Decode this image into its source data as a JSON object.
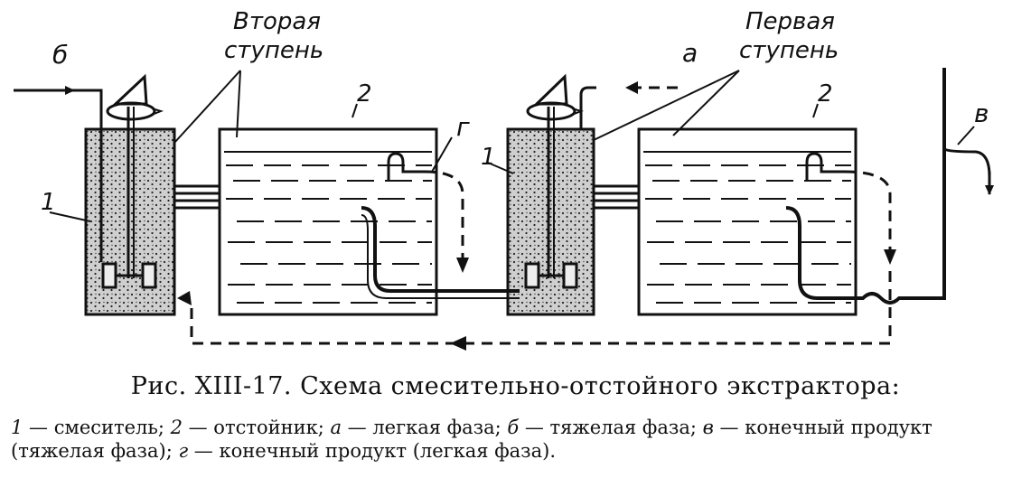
{
  "diagram": {
    "labels": {
      "second_stage": [
        "Вторая",
        "ступень"
      ],
      "first_stage": [
        "Первая",
        "ступень"
      ],
      "heavy_phase": "б",
      "light_phase": "а",
      "final_heavy": "в",
      "final_light": "г",
      "mixer_left": "1",
      "mixer_right": "1",
      "settler_left": "2",
      "settler_right": "2"
    }
  },
  "caption": {
    "title": "Рис. XIII-17. Схема смесительно-отстойного экстрактора:",
    "legend": [
      {
        "key": "1",
        "text": " — смеситель; "
      },
      {
        "key": "2",
        "text": " — отстойник; "
      },
      {
        "key": "а",
        "text": " — легкая фаза; "
      },
      {
        "key": "б",
        "text": " — тяжелая фаза; "
      },
      {
        "key": "в",
        "text": " — конечный продукт (тяжелая фаза); "
      },
      {
        "key": "г",
        "text": " — конечный продукт (легкая фаза)."
      }
    ]
  }
}
